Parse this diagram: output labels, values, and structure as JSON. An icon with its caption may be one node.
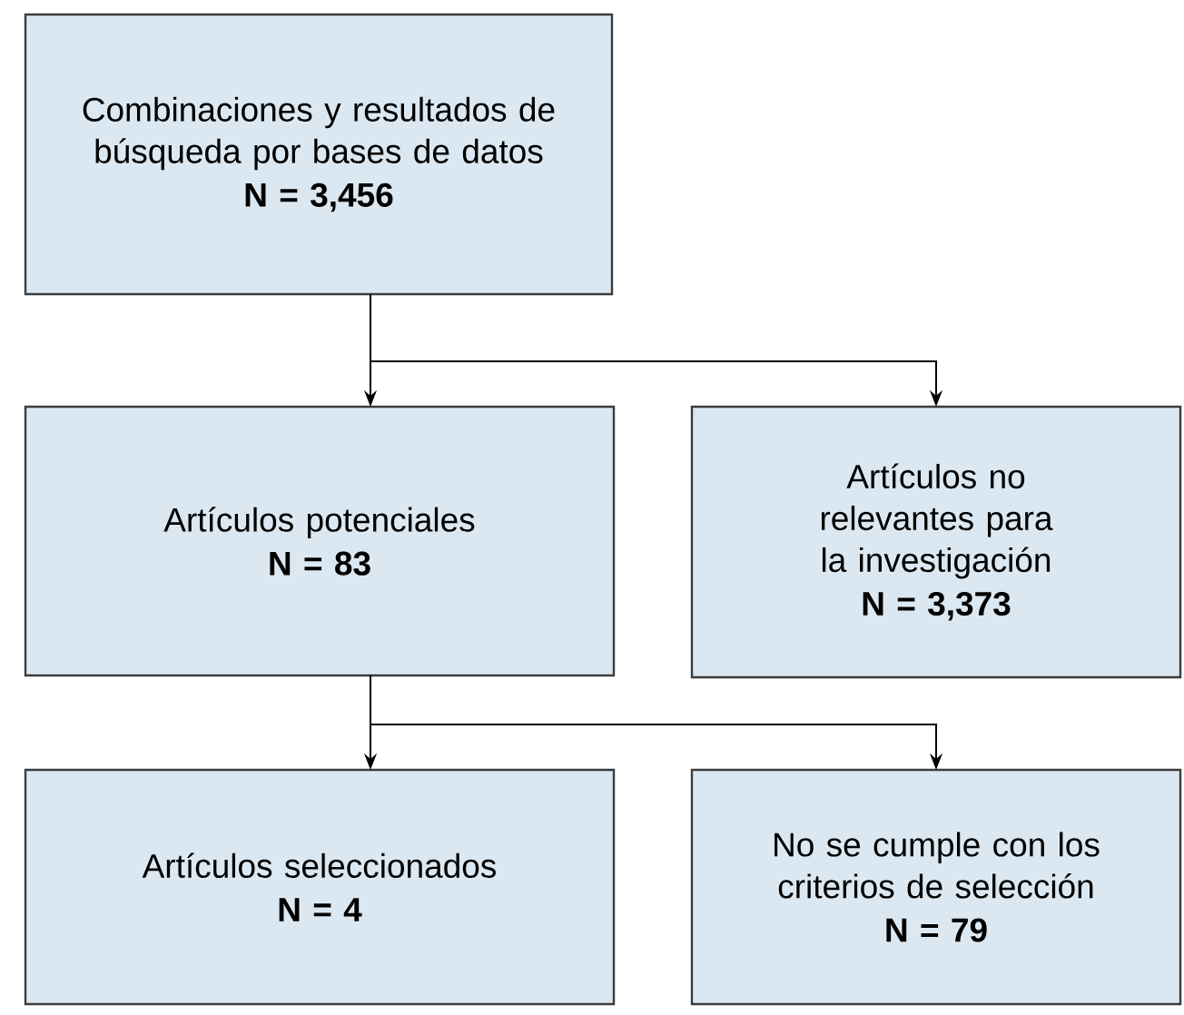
{
  "diagram": {
    "nodes": [
      {
        "text": [
          "Combinaciones y resultados de búsqueda por bases de datos",
          "N = 3,456"
        ]
      },
      {
        "text": [
          "Artículos potenciales",
          "N = 83"
        ]
      },
      {
        "text": [
          "Artículos no relevantes para la investigación",
          "N = 3,373"
        ]
      },
      {
        "text": [
          "Artículos seleccionados",
          "N = 4"
        ]
      },
      {
        "text": [
          "No se cumple con los criterios de selección",
          "N = 79"
        ]
      }
    ],
    "edges": [
      {
        "from": 0,
        "to": 1,
        "arrow": "to"
      },
      {
        "from": 0,
        "to": 2,
        "arrow": "to"
      },
      {
        "from": 1,
        "to": 3,
        "arrow": "to"
      },
      {
        "from": 1,
        "to": 4,
        "arrow": "to"
      }
    ]
  }
}
